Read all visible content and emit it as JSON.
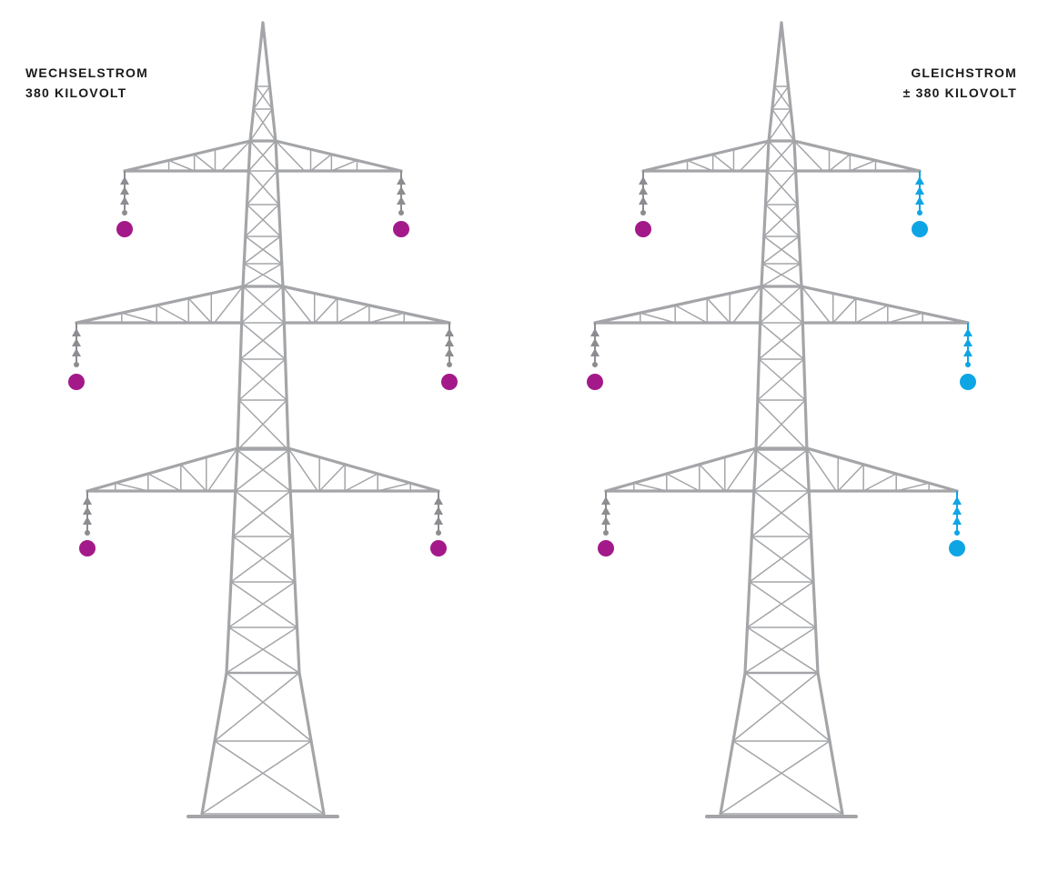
{
  "diagram": {
    "left_tower": {
      "title_line1": "WECHSELSTROM",
      "title_line2": "380 KILOVOLT",
      "conductor_color": "#a3198a",
      "insulator_color": "#8c8d90",
      "conductors": [
        "top-left",
        "top-right",
        "middle-left",
        "middle-right",
        "bottom-left",
        "bottom-right"
      ]
    },
    "right_tower": {
      "title_line1": "GLEICHSTROM",
      "title_line2": "± 380 KILOVOLT",
      "conductor_color_ac": "#a3198a",
      "conductor_color_dc": "#0ea5e4",
      "conductors_ac": [
        "top-left",
        "middle-left",
        "bottom-left"
      ],
      "conductors_dc": [
        "top-right",
        "middle-right",
        "bottom-right"
      ]
    },
    "colors": {
      "steel": "#a4a5a8",
      "ac_phase": "#a3198a",
      "dc_pole": "#0ea5e4",
      "insulator": "#8c8d90"
    }
  }
}
